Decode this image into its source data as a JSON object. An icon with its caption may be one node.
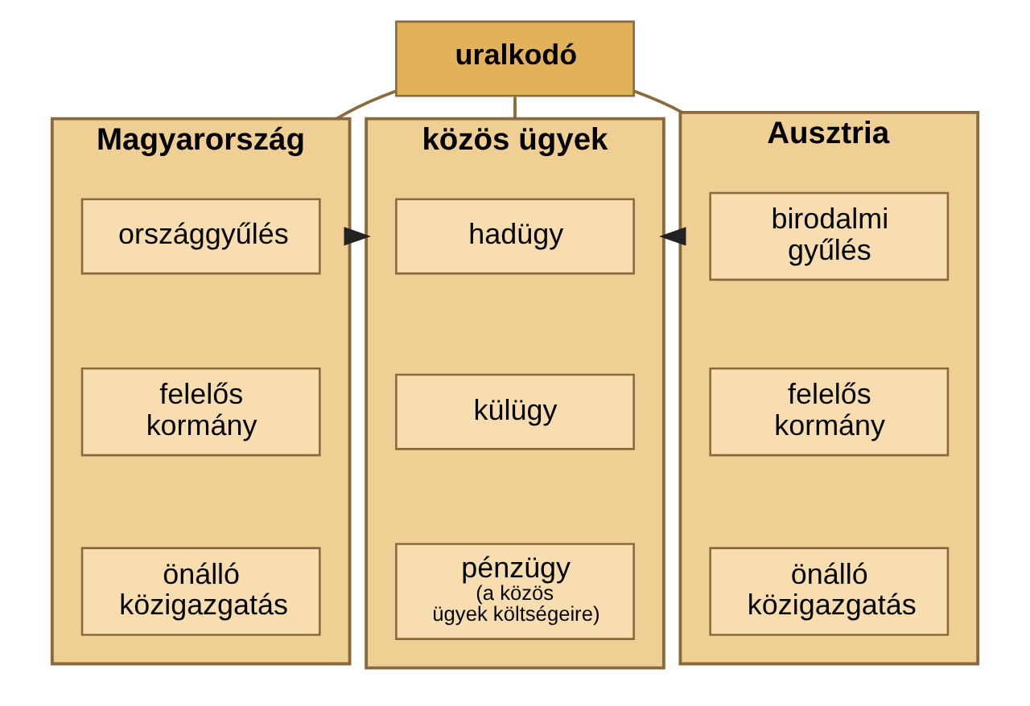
{
  "diagram": {
    "nodes": [
      {
        "text": [
          "uralkodó"
        ]
      },
      {
        "text": [
          "Magyarország"
        ]
      },
      {
        "text": [
          "országgyűlés"
        ],
        "in": 1
      },
      {
        "text": [
          "felelős kormány"
        ],
        "in": 1
      },
      {
        "text": [
          "önálló közigazgatás"
        ],
        "in": 1
      },
      {
        "text": [
          "közös ügyek"
        ]
      },
      {
        "text": [
          "hadügy"
        ],
        "in": 5
      },
      {
        "text": [
          "külügy"
        ],
        "in": 5
      },
      {
        "text": [
          "pénzügy",
          "(a közös ügyek költségeire)"
        ],
        "in": 5
      },
      {
        "text": [
          "Ausztria"
        ]
      },
      {
        "text": [
          "birodalmi gyűlés"
        ],
        "in": 9
      },
      {
        "text": [
          "felelős kormány"
        ],
        "in": 9
      },
      {
        "text": [
          "önálló közigazgatás"
        ],
        "in": 9
      }
    ],
    "edges": [
      {
        "from": 0,
        "to": 1,
        "arrow": "none"
      },
      {
        "from": 0,
        "to": 5,
        "arrow": "none"
      },
      {
        "from": 0,
        "to": 9,
        "arrow": "none"
      },
      {
        "from": 1,
        "to": 5,
        "arrow": "to"
      },
      {
        "from": 9,
        "to": 5,
        "arrow": "to"
      }
    ]
  }
}
